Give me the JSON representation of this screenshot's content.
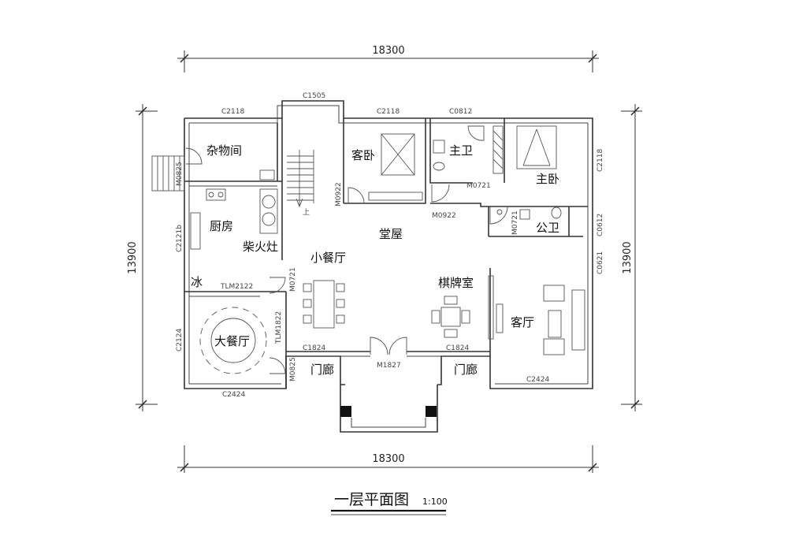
{
  "drawing": {
    "title": "一层平面图",
    "scale": "1:100"
  },
  "dimensions": {
    "top": "18300",
    "bottom": "18300",
    "left": "13900",
    "right": "13900"
  },
  "rooms": {
    "storage": "杂物间",
    "guest_bedroom": "客卧",
    "master_bath": "主卫",
    "master_bedroom": "主卧",
    "kitchen": "厨房",
    "wood_stove": "柴火灶",
    "main_hall": "堂屋",
    "public_bath": "公卫",
    "small_dining": "小餐厅",
    "mahjong_room": "棋牌室",
    "living_room": "客厅",
    "fridge": "冰",
    "large_dining": "大餐厅",
    "porch_left": "门廊",
    "porch_right": "门廊",
    "stair_up": "上"
  },
  "codes": {
    "c1505": "C1505",
    "c2118_left": "C2118",
    "c2118_mid": "C2118",
    "c0812": "C0812",
    "c2118_right": "C2118",
    "m0825_top": "M0825",
    "m0922_left": "M0922",
    "m0721_bath": "M0721",
    "m0922_mid": "M0922",
    "c2121b": "C2121b",
    "m0721_pub": "M0721",
    "c0612": "C0612",
    "c0621": "C0621",
    "tlm2122": "TLM2122",
    "m0721_din": "M0721",
    "tlm1822": "TLM1822",
    "c2124": "C2124",
    "c1824_left": "C1824",
    "c1824_right": "C1824",
    "m1827": "M1827",
    "m0825_bottom": "M0825",
    "c2424_left": "C2424",
    "c2424_right": "C2424"
  }
}
